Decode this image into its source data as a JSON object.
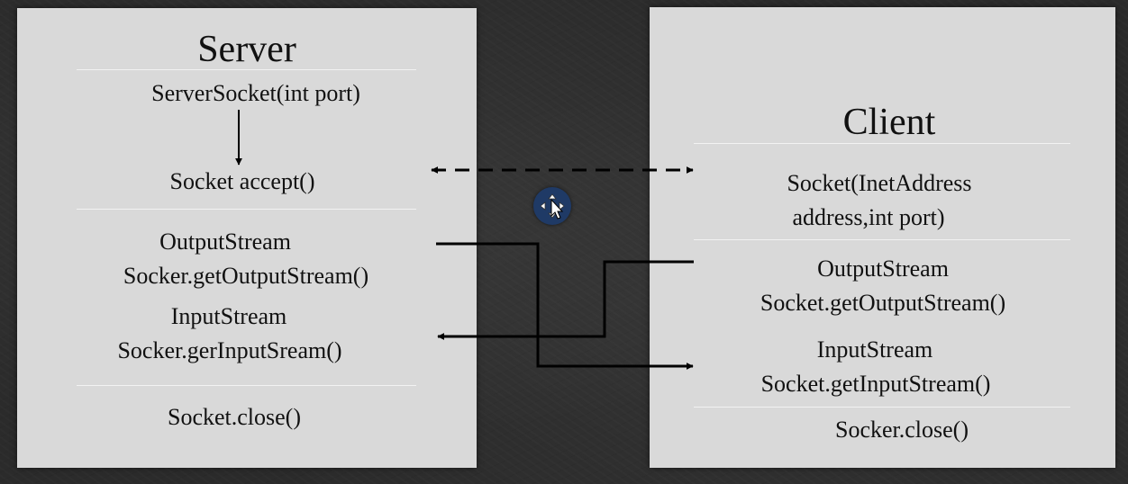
{
  "server": {
    "title": "Server",
    "server_socket": "ServerSocket(int port)",
    "accept": "Socket accept()",
    "output_stream_type": "OutputStream",
    "output_stream_call": "Socker.getOutputStream()",
    "input_stream_type": "InputStream",
    "input_stream_call": "Socker.gerInputSream()",
    "close": "Socket.close()"
  },
  "client": {
    "title": "Client",
    "socket_line1": "Socket(InetAddress",
    "socket_line2": "address,int port)",
    "output_stream_type": "OutputStream",
    "output_stream_call": "Socket.getOutputStream()",
    "input_stream_type": "InputStream",
    "input_stream_call": "Socket.getInputStream()",
    "close": "Socker.close()"
  },
  "colors": {
    "background": "#2b2b2b",
    "panel": "#d9d9d9",
    "divider": "#f2f2f2",
    "text": "#111111",
    "line": "#000000",
    "cursor_badge": "#1f3a66"
  }
}
